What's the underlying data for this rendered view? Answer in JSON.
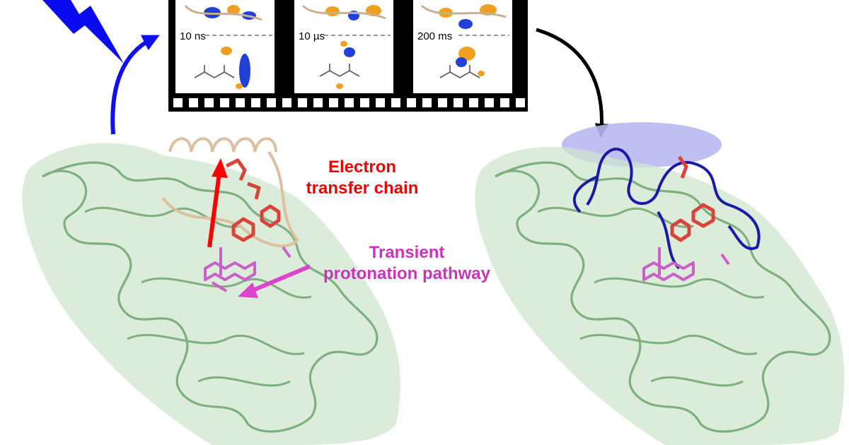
{
  "labels": {
    "electron_transfer": "Electron\ntransfer chain",
    "transient_protonation": "Transient\nprotonation pathway"
  },
  "film_frames": [
    {
      "time": "10 ns"
    },
    {
      "time": "10 µs"
    },
    {
      "time": "200 ms"
    }
  ],
  "colors": {
    "lightning": "#0b0bf0",
    "flash_arrow": "#1010ee",
    "electron_arrow": "#ff0000",
    "proton_arrow": "#dd44cc",
    "transition_arrow": "#000000",
    "electron_text": "#ee0000",
    "proton_text": "#cc33bb",
    "protein_ribbon": "#7faf7f",
    "protein_surface": "#cfe6cf",
    "helix_dark_state": "#dcc0a0",
    "loop_light_state": "#1a1aa8",
    "highlight_oval": "#b8b8f0",
    "residue_red": "#d8443a",
    "fad_magenta": "#c860c8",
    "density_blue": "#2040d8",
    "density_orange": "#f0a020"
  },
  "icons": {
    "lightning": "lightning-bolt-icon",
    "flash_arrow": "curved-arrow-icon",
    "transition_arrow": "curved-arrow-icon"
  }
}
